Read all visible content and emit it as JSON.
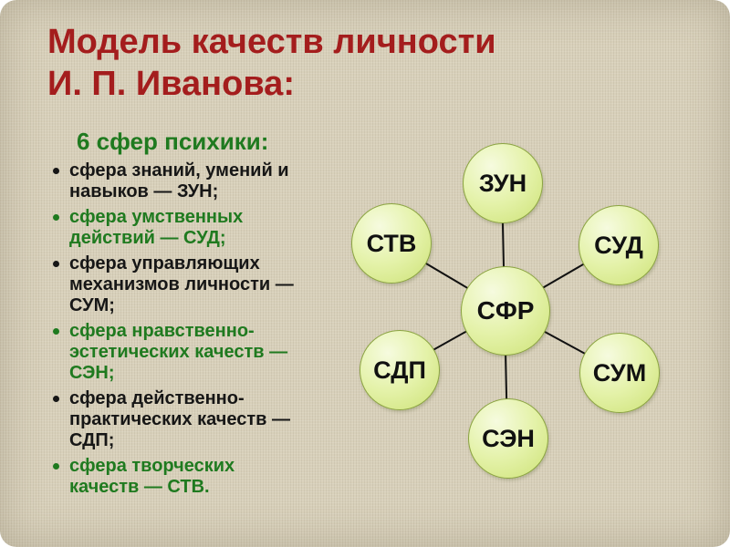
{
  "slide": {
    "title_line1": "Модель качеств личности",
    "title_line2": "И. П. Иванова:",
    "subtitle": "6 сфер психики:",
    "bullets": [
      {
        "text": "сфера знаний, умений и навыков — ЗУН;",
        "color": "#161616"
      },
      {
        "text": "сфера умственных действий — СУД;",
        "color": "#1f7a1f"
      },
      {
        "text": "сфера управляющих механизмов личности — СУМ;",
        "color": "#161616"
      },
      {
        "text": "сфера нравственно-эстетических качеств — СЭН;",
        "color": "#1f7a1f"
      },
      {
        "text": "сфера действенно-практических качеств — СДП;",
        "color": "#161616"
      },
      {
        "text": "сфера творческих качеств — СТВ.",
        "color": "#1f7a1f"
      }
    ]
  },
  "diagram": {
    "type": "hub-and-spoke",
    "center": {
      "label": "СФР"
    },
    "nodes": [
      {
        "label": "ЗУН",
        "position": "top"
      },
      {
        "label": "СУД",
        "position": "top-right"
      },
      {
        "label": "СУМ",
        "position": "bottom-right"
      },
      {
        "label": "СЭН",
        "position": "bottom"
      },
      {
        "label": "СДП",
        "position": "bottom-left"
      },
      {
        "label": "СТВ",
        "position": "top-left"
      }
    ]
  },
  "colors": {
    "title": "#a41d1d",
    "green_text": "#1f7a1f",
    "black_text": "#161616",
    "background": "#d8d0ba",
    "circle_fill": "#dcef9a",
    "circle_border": "#8ba441",
    "connector": "#111111"
  }
}
